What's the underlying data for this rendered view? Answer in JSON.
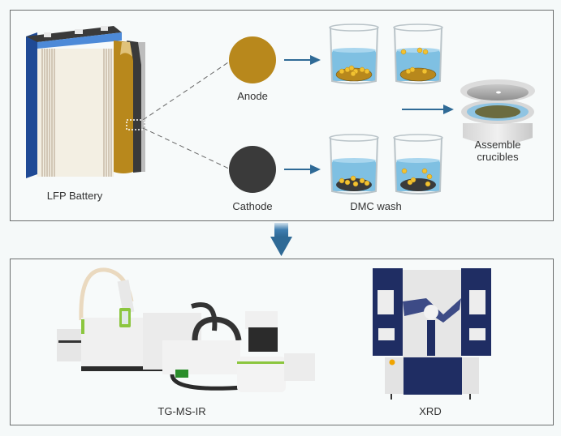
{
  "top_panel": {
    "battery_label": "LFP Battery",
    "anode_label": "Anode",
    "cathode_label": "Cathode",
    "wash_label": "DMC wash",
    "crucible_label_line1": "Assemble",
    "crucible_label_line2": "crucibles"
  },
  "bottom_panel": {
    "tg_label": "TG-MS-IR",
    "xrd_label": "XRD"
  },
  "colors": {
    "anode": "#b8881c",
    "cathode": "#3a3a3a",
    "arrow": "#2f6a96",
    "water": "#7fc0e2",
    "battery_blue": "#2857a8",
    "xrd_navy": "#1f2d63",
    "accent_green": "#8cc63f"
  }
}
